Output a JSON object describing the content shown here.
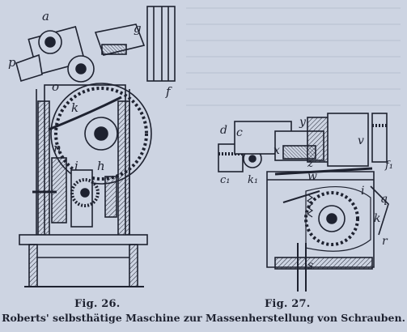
{
  "figures": [
    {
      "label": "Fig. 26.",
      "letters": [
        "a",
        "g",
        "p",
        "o",
        "k",
        "f",
        "n",
        "i",
        "h"
      ]
    },
    {
      "label": "Fig. 27.",
      "letters": [
        "d",
        "y",
        "c",
        "c₁",
        "k₁",
        "x",
        "z",
        "w",
        "v",
        "s",
        "i",
        "q",
        "k",
        "r",
        "f₁"
      ]
    }
  ],
  "caption": "Roberts' selbsthätige Maschine zur Massenherstellung von Schrauben.",
  "colors": {
    "paper": "#cdd4e2",
    "ink": "#1e2230"
  }
}
